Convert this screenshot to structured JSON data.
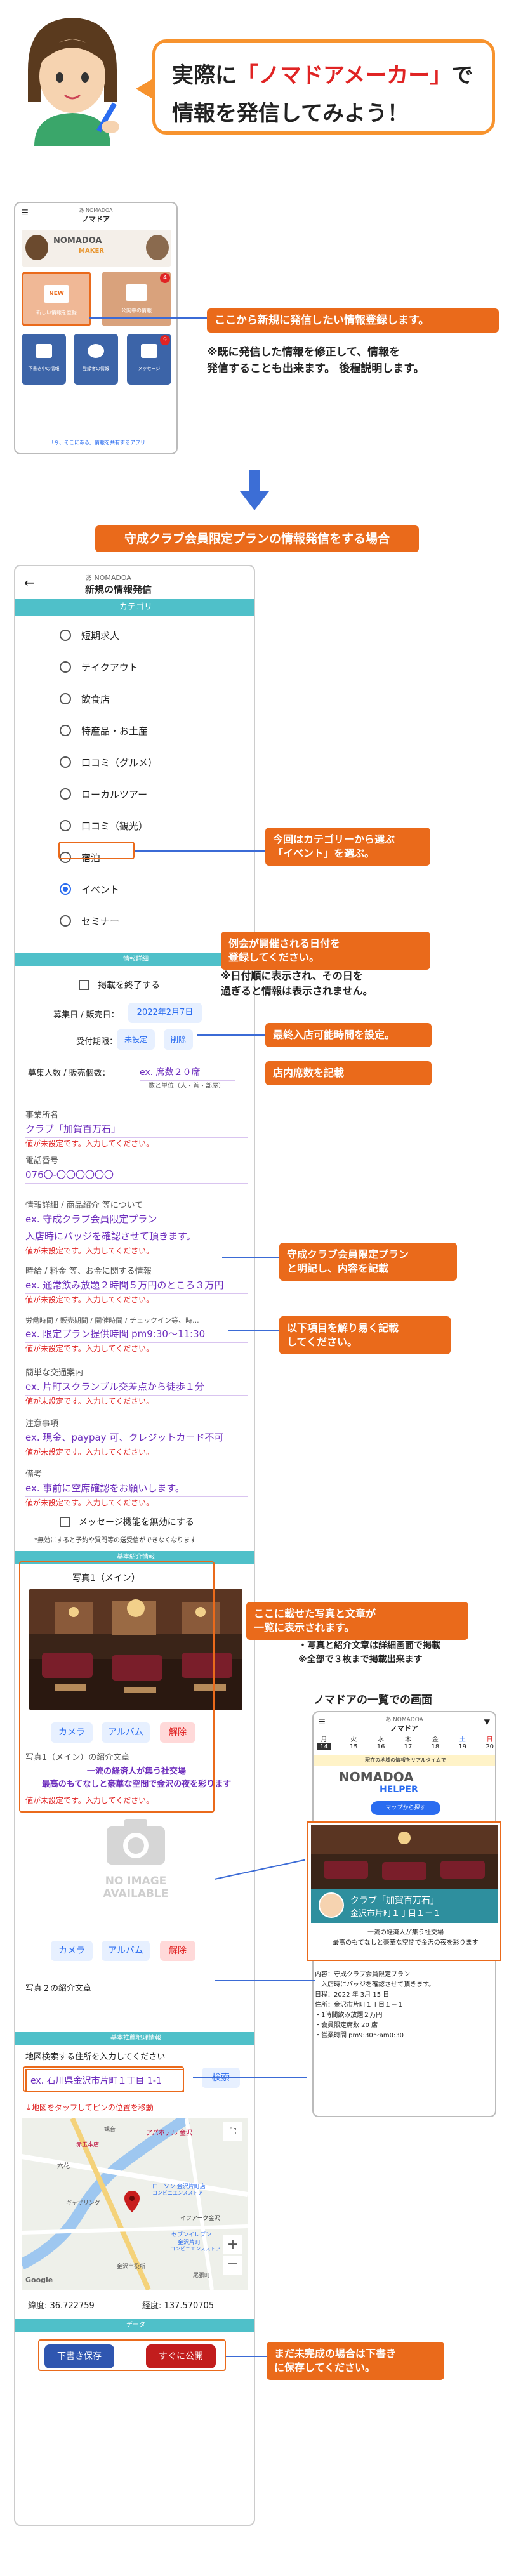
{
  "hero": {
    "line1_pre": "実際に",
    "line1_hl": "「ノマドアメーカー」",
    "line1_post": "で",
    "line2": "情報を発信してみよう！"
  },
  "phone1": {
    "brand_small": "あ NOMADOA",
    "brand": "ノマドア",
    "logo_small": "NOMADOA",
    "logo_maker": "MAKER",
    "tiles": [
      {
        "label": "新しい情報を登録",
        "badge": ""
      },
      {
        "label": "公開中の情報",
        "badge": "4"
      },
      {
        "label": "下書き中の情報",
        "badge": ""
      },
      {
        "label": "登録者の情報",
        "badge": ""
      },
      {
        "label": "メッセージ",
        "badge": "9"
      }
    ],
    "footer": "「今、そこにある」情報を共有するアプリ"
  },
  "callout_new": "ここから新規に発信したい情報登録します。",
  "note_new": [
    "※既に発信した情報を修正して、情報を",
    "発信することも出来ます。 後程説明します。"
  ],
  "banner": "守成クラブ会員限定プランの情報発信をする場合",
  "form": {
    "brand_small": "あ NOMADOA",
    "title": "新規の情報発信",
    "back": "←",
    "category_head": "カテゴリ",
    "categories": [
      "短期求人",
      "テイクアウト",
      "飲食店",
      "特産品・お土産",
      "口コミ（グルメ）",
      "ローカルツアー",
      "口コミ（観光）",
      "宿泊",
      "イベント",
      "セミナー"
    ],
    "info_head": "情報詳細",
    "end_label": "掲載を終了する",
    "date_label": "募集日 / 販売日：",
    "date_value": "2022年2月7日",
    "deadline_label": "受付期限：",
    "deadline_unset": "未設定",
    "deadline_clear": "削除",
    "count_label": "募集人数 / 販売個数：",
    "count_placeholder": "ex. 席数２０席",
    "count_unit": "数と単位（人・着・部屋）",
    "place_label": "事業所名",
    "place_value": "クラブ「加賀百万石」",
    "place_warn": "値が未設定です。入力してください。",
    "tel_label": "電話番号",
    "tel_value": "076〇-〇〇〇〇〇〇",
    "detail_label": "情報詳細 / 商品紹介 等について",
    "detail_value1": "ex. 守成クラブ会員限定プラン",
    "detail_value2": "入店時にバッジを確認させて頂きます。",
    "detail_warn": "値が未設定です。入力してください。",
    "time_label": "時給 / 料金 等、お金に関する情報",
    "time_value": "ex. 通常飲み放題２時間５万円のところ３万円",
    "time_warn": "値が未設定です。入力してください。",
    "hours_label": "労働時間 / 販売期間 / 開催時間 / チェックイン等、時...",
    "hours_value": "ex. 限定プラン提供時間 pm9:30～11:30",
    "hours_warn": "値が未設定です。入力してください。",
    "access_label": "簡単な交通案内",
    "access_value": "ex. 片町スクランブル交差点から徒歩１分",
    "access_warn": "値が未設定です。入力してください。",
    "notice_label": "注意事項",
    "notice_value": "ex. 現金、paypay 可、クレジットカード不可",
    "notice_warn": "値が未設定です。入力してください。",
    "remark_label": "備考",
    "remark_value": "ex. 事前に空席確認をお願いします。",
    "remark_warn": "値が未設定です。入力してください。",
    "message_label": "メッセージ機能を無効にする",
    "message_note": "*無効にすると予約や質問等の送受信ができなくなります",
    "basic_head": "基本紹介情報",
    "photo1_label": "写真1（メイン）",
    "camera": "カメラ",
    "album": "アルバム",
    "delete": "解除",
    "photo1_caption_label": "写真1（メイン）の紹介文章",
    "photo1_caption1": "一流の経済人が集う社交場",
    "photo1_caption2": "最高のもてなしと豪華な空間で金沢の夜を彩ります",
    "photo1_warn": "値が未設定です。入力してください。",
    "noimage1": "NO IMAGE",
    "noimage2": "AVAILABLE",
    "photo2_caption_label": "写真２の紹介文章",
    "map_head": "基本推薦地理情報",
    "address_label": "地図検索する住所を入力してください",
    "address_value": "ex. 石川県金沢市片町１丁目 1-1",
    "search": "検索",
    "tap_note": "↓地図をタップしてピンの位置を移動",
    "map_labels": [
      "アパホテル 金沢",
      "赤玉本店",
      "ローソン 金沢片町店",
      "コンビニエンスストア",
      "イフアーク金沢",
      "セブンイレブン",
      "金沢片町",
      "コンビニエンスストア",
      "六花",
      "ギャザリング",
      "金沢市役所",
      "Google",
      "観音",
      "尾張町"
    ],
    "lat_label": "緯度: 36.722759",
    "lng_label": "経度: 137.570705",
    "data_head": "データ",
    "save_draft": "下書き保存",
    "publish": "すぐに公開"
  },
  "callouts": {
    "event": [
      "今回はカテゴリーから選ぶ",
      "「イベント」を選ぶ。"
    ],
    "date": [
      "例会が開催される日付を",
      "登録してください。"
    ],
    "date_note": [
      "※日付順に表示され、その日を",
      "過ぎると情報は表示されません。"
    ],
    "deadline": "最終入店可能時間を設定。",
    "count": "店内席数を記載",
    "detail": [
      "守成クラブ会員限定プラン",
      "と明記し、内容を記載"
    ],
    "items": [
      "以下項目を解り易く記載",
      "してください。"
    ],
    "photos": [
      "ここに載せた写真と文章が",
      "一覧に表示されます。"
    ],
    "photos_notes": [
      "・写真と紹介文章は詳細画面で掲載",
      "※全部で３枚まで掲載出来ます"
    ],
    "save": [
      "まだ未完成の場合は下書き",
      "に保存してください。"
    ]
  },
  "preview": {
    "title": "ノマドアの一覧での画面",
    "brand_small": "あ NOMADOA",
    "brand": "ノマドア",
    "days": [
      "月",
      "火",
      "水",
      "木",
      "金",
      "土",
      "日"
    ],
    "dates": [
      "14",
      "15",
      "16",
      "17",
      "18",
      "19",
      "20"
    ],
    "banner_text": "現在の地域の情報をリアルタイムで",
    "helper_logo": "NOMADOA",
    "helper_word": "HELPER",
    "map_btn": "マップから探す",
    "card_name": "クラブ「加賀百万石」",
    "card_addr": "金沢市片町１丁目１－１",
    "card_text1": "一流の経済人が集う社交場",
    "card_text2": "最高のもてなしと豪華な空間で金沢の夜を彩ります",
    "detail_lines": [
      "内容：守成クラブ会員限定プラン",
      "　入店時にバッジを確認させて頂きます。",
      "日程：2022 年 3月 15 日",
      "住所：金沢市片町１丁目１－１",
      "・1時間飲み放題２万円",
      "・会員限定席数 20 席",
      "・営業時間 pm9:30～am0:30"
    ]
  },
  "colors": {
    "orange": "#ea6a1b",
    "teal": "#4fc0c9",
    "purple": "#6d2dbd",
    "blue": "#2a6cf0",
    "red": "#e02424"
  }
}
